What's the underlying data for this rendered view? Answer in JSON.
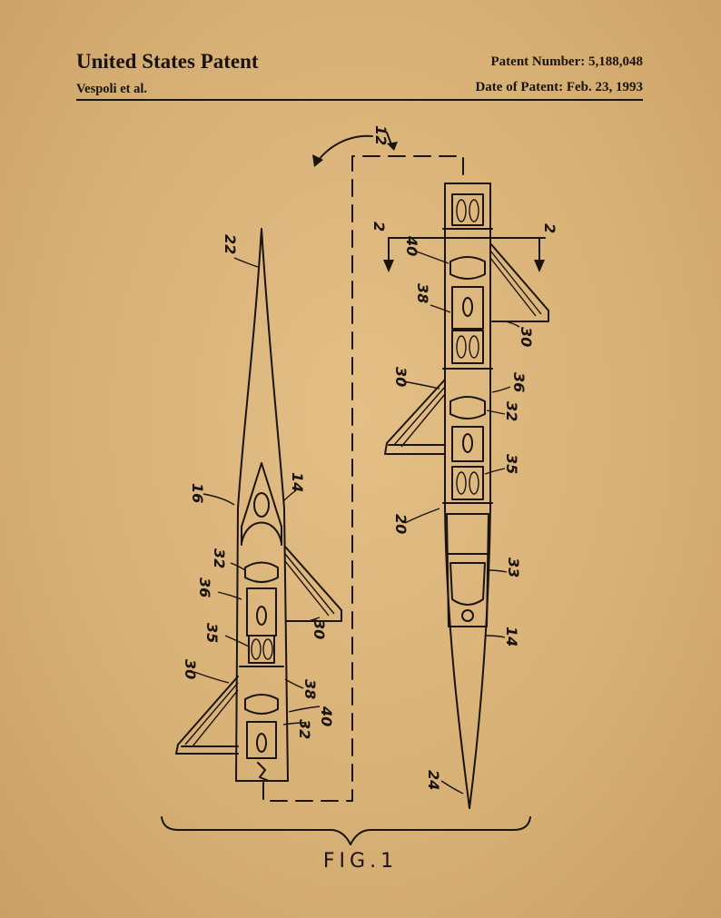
{
  "header": {
    "title": "United States Patent",
    "inventors": "Vespoli et al.",
    "patent_number": "Patent Number: 5,188,048",
    "date_of_patent": "Date of Patent: Feb. 23, 1993"
  },
  "figure": {
    "caption": "FIG.1",
    "reference_numerals": {
      "assembly": "12",
      "section_mark": "2",
      "bow": "22",
      "stern": "24",
      "hull": "14",
      "deck": "16",
      "compartment": "20",
      "rigger": "30",
      "seat": "32",
      "coxswain_seat": "33",
      "footstretcher": "35",
      "track": "36",
      "frame": "38",
      "rail": "40"
    }
  },
  "colors": {
    "paper": "#d9b37a",
    "ink": "#1a1410"
  }
}
